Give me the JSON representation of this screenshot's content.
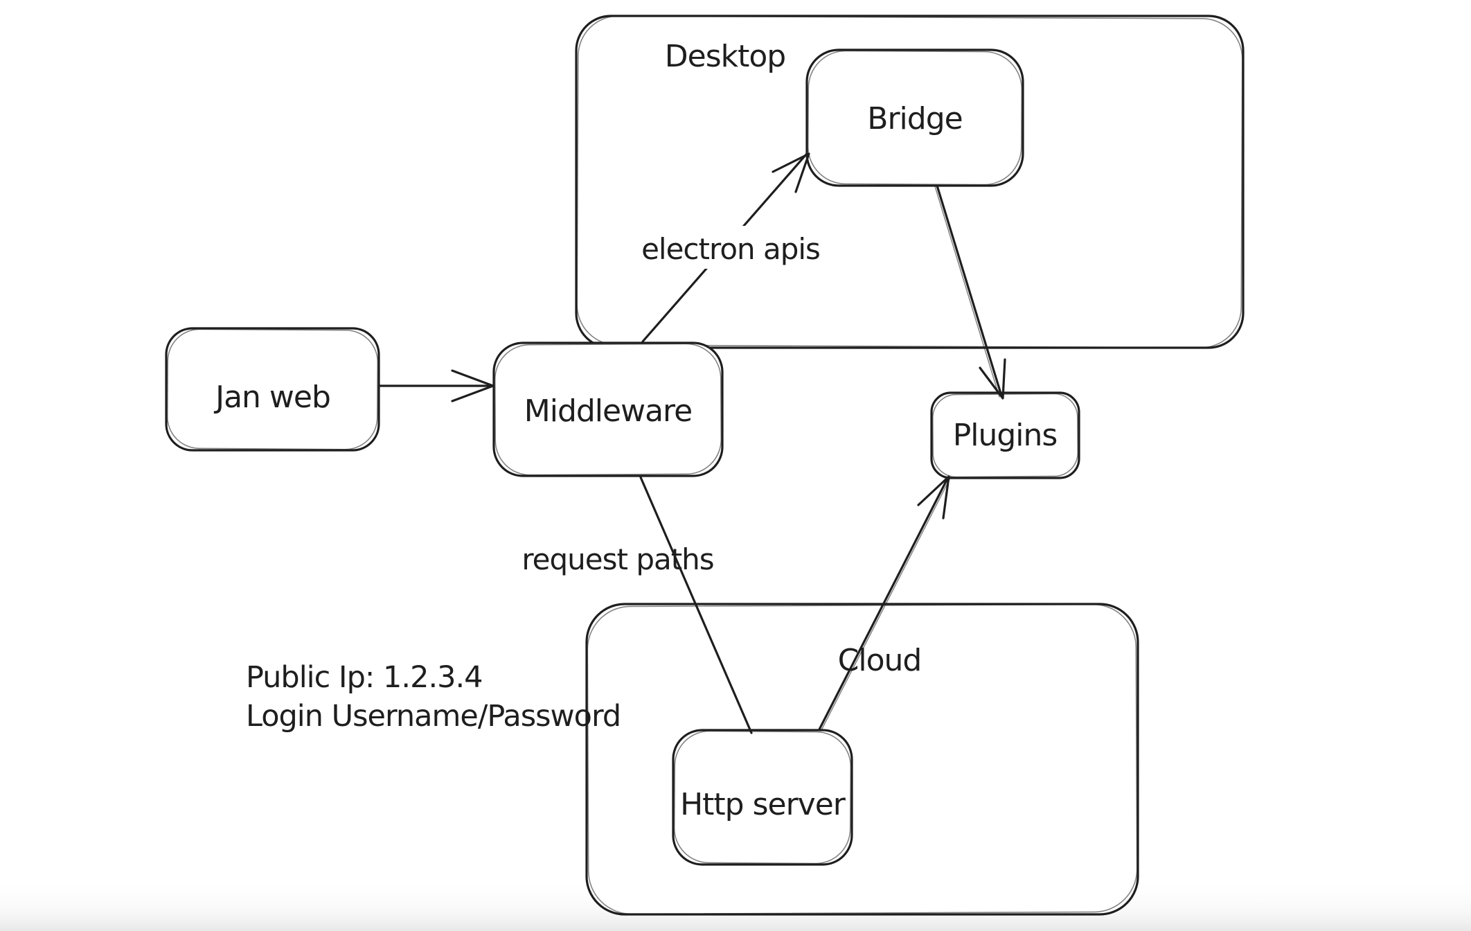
{
  "canvas": {
    "background": "#ffffff",
    "stroke_color": "#1e1e1e",
    "bottom_fade_color": "#e8e8e8"
  },
  "containers": [
    {
      "label": "Desktop"
    },
    {
      "label": "Cloud"
    }
  ],
  "nodes": [
    {
      "label": "Jan web"
    },
    {
      "label": "Middleware"
    },
    {
      "label": "Bridge"
    },
    {
      "label": "Plugins"
    },
    {
      "label": "Http server"
    }
  ],
  "edges": [
    {
      "from": "Jan web",
      "to": "Middleware",
      "label": ""
    },
    {
      "from": "Middleware",
      "to": "Bridge",
      "label": "electron apis"
    },
    {
      "from": "Middleware",
      "to": "Http server",
      "label": "request paths"
    },
    {
      "from": "Bridge",
      "to": "Plugins",
      "label": ""
    },
    {
      "from": "Http server",
      "to": "Plugins",
      "label": ""
    }
  ],
  "annotation": {
    "line1": "Public Ip: 1.2.3.4",
    "line2": "Login Username/Password"
  }
}
